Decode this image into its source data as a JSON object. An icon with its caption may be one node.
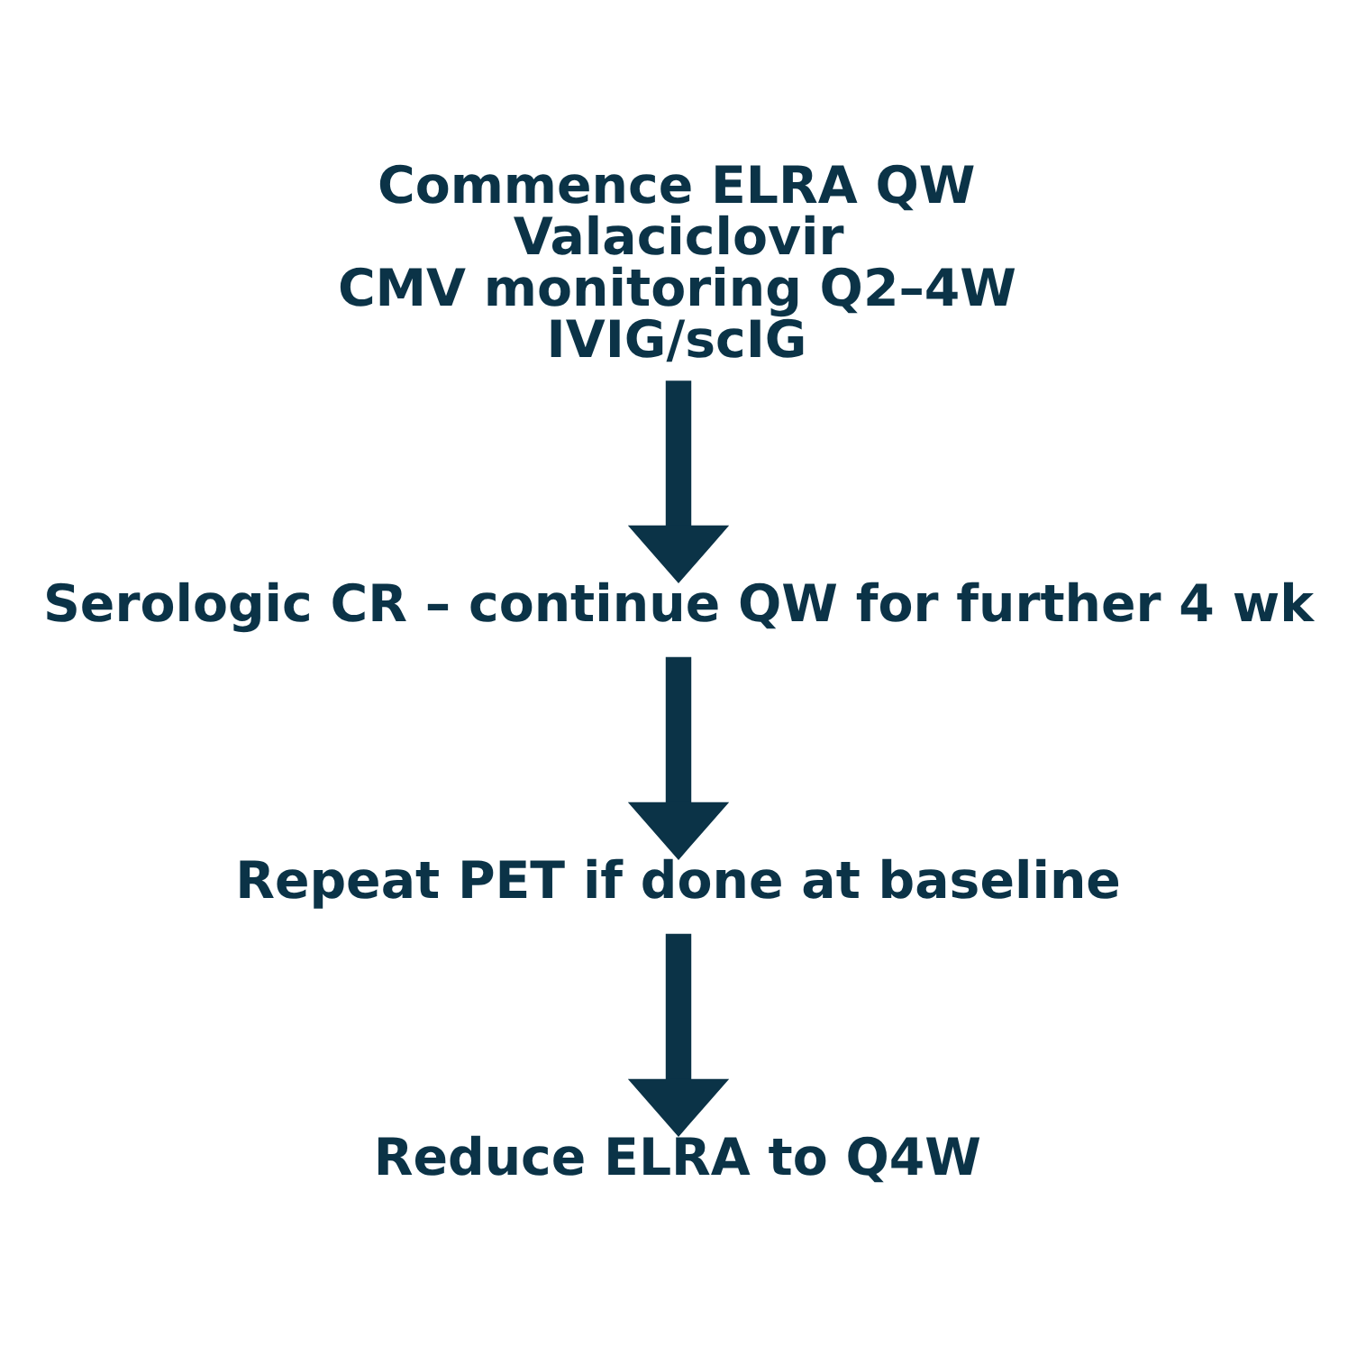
{
  "diagram": {
    "nodes": [
      {
        "text": [
          "Commence ELRA QW",
          "Valaciclovir",
          "CMV monitoring Q2–4W",
          "IVIG/scIG"
        ]
      },
      {
        "text": [
          "Serologic CR – continue QW for further 4 wk"
        ]
      },
      {
        "text": [
          "Repeat PET if done at baseline"
        ]
      },
      {
        "text": [
          "Reduce ELRA to Q4W"
        ]
      }
    ],
    "edges": [
      {
        "from": 0,
        "to": 1,
        "arrow": "to"
      },
      {
        "from": 1,
        "to": 2,
        "arrow": "to"
      },
      {
        "from": 2,
        "to": 3,
        "arrow": "to"
      }
    ]
  }
}
